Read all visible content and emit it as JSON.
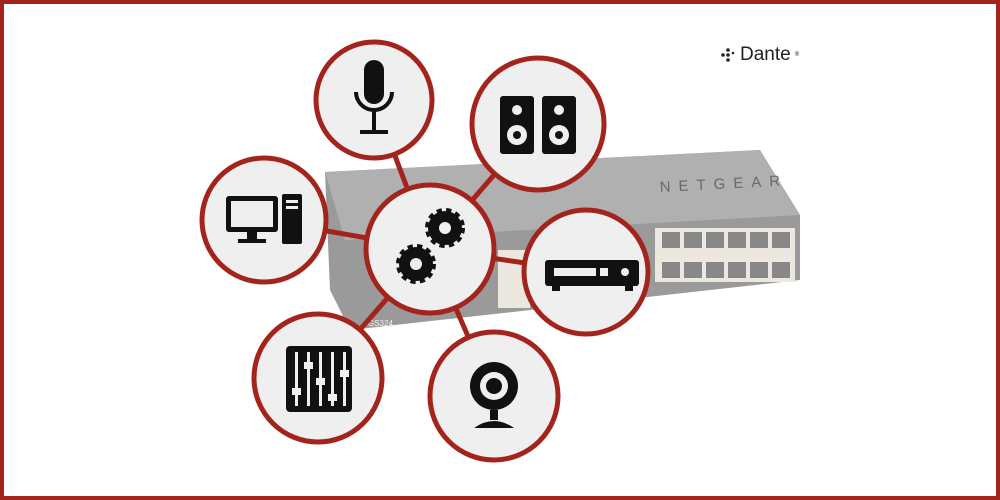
{
  "logo": {
    "text": "Dante",
    "icon": "dante-dots-icon"
  },
  "switch": {
    "model": "GS324",
    "brand": "NETGEAR"
  },
  "nodes": [
    {
      "icon": "microphone-icon"
    },
    {
      "icon": "speakers-icon"
    },
    {
      "icon": "computer-icon"
    },
    {
      "icon": "gears-icon"
    },
    {
      "icon": "set-top-box-icon"
    },
    {
      "icon": "mixer-faders-icon"
    },
    {
      "icon": "webcam-icon"
    }
  ],
  "colors": {
    "accent": "#a3241c",
    "circle_fill": "#f0efef",
    "icon": "#111111",
    "switch": "#8a8a8a"
  }
}
